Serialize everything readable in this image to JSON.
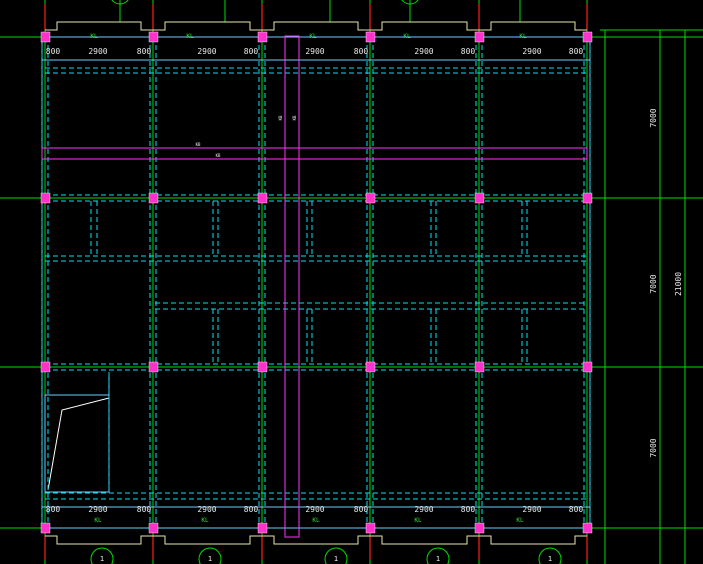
{
  "drawing": {
    "colors": {
      "background": "#000000",
      "axis_line": "#00dd00",
      "axis_tick": "#ff2020",
      "beam": "#00e5ee",
      "wall": "#6ad0ff",
      "column": "#ff33cc",
      "slab_band": "#ff33ff",
      "dimension_text": "#e8e8e8",
      "label_text": "#2ee62e",
      "outline": "#e8e8a8"
    },
    "top_dimensions": [
      "800",
      "2900",
      "800",
      "2900",
      "800",
      "2900",
      "800",
      "2900",
      "800",
      "2900",
      "800"
    ],
    "bottom_dimensions": [
      "800",
      "2900",
      "800",
      "2900",
      "800",
      "2900",
      "800",
      "2900",
      "800",
      "2900",
      "800"
    ],
    "right_dimensions": [
      "7000",
      "7000",
      "21000",
      "7000"
    ],
    "top_labels": [
      "KL",
      "KL",
      "KL",
      "KL",
      "KL"
    ],
    "bottom_labels": [
      "KL",
      "KL",
      "KL",
      "KL",
      "KL"
    ],
    "axis_bubbles": [
      "1",
      "1",
      "1",
      "1",
      "1"
    ],
    "slab_tags": [
      "KB",
      "KB",
      "KB",
      "KB"
    ],
    "icons": [
      "column-icon",
      "axis-bubble-icon"
    ]
  }
}
